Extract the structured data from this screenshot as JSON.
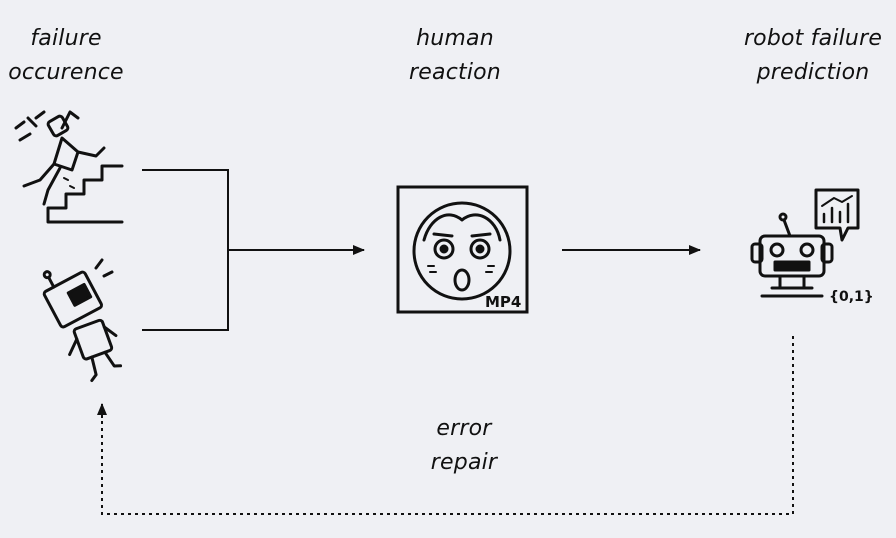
{
  "labels": {
    "failure_occurence": [
      "failure",
      "occurence"
    ],
    "human_reaction": [
      "human",
      "reaction"
    ],
    "robot_failure_prediction": [
      "robot failure",
      "prediction"
    ],
    "error_repair": [
      "error",
      "repair"
    ]
  },
  "video_badge": "MP4",
  "prediction_output": "{0,1}",
  "icons": {
    "person_falling": "person-falling-stairs-icon",
    "robot_fallen": "fallen-robot-icon",
    "surprised_face": "surprised-face-icon",
    "robot_predictor": "robot-chart-icon"
  },
  "colors": {
    "background": "#eff0f4",
    "stroke": "#111111"
  }
}
